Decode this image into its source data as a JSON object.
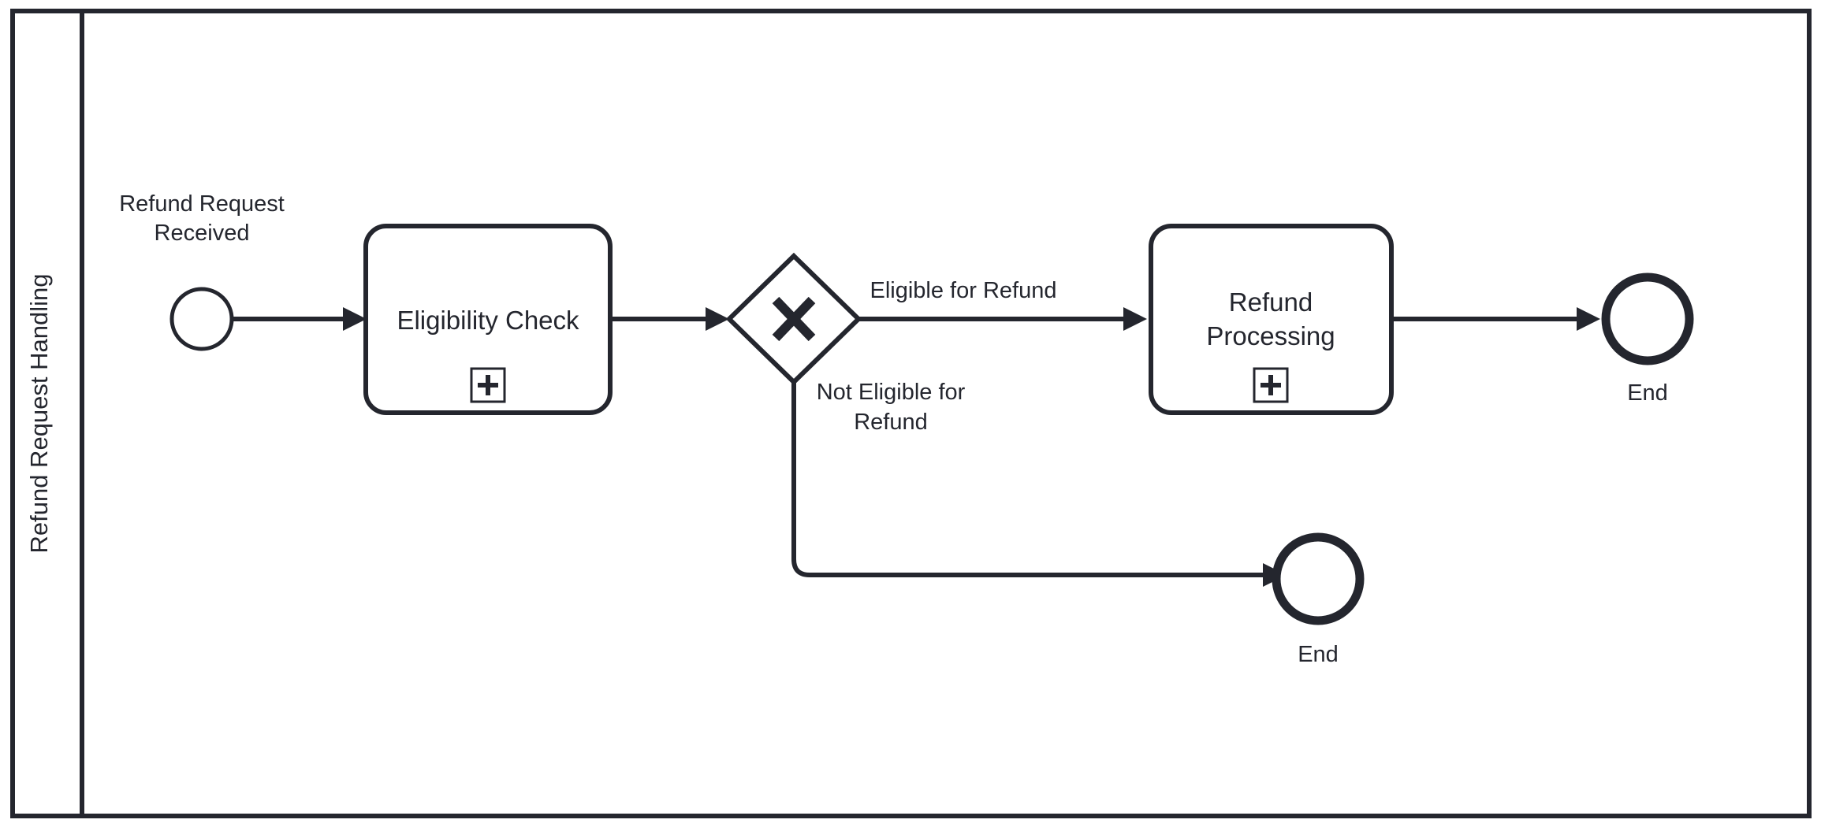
{
  "diagram": {
    "type": "bpmn-process-diagram",
    "notation": "BPMN 2.0",
    "pool": {
      "label": "Refund Request Handling"
    },
    "colors": {
      "stroke": "#24262E",
      "fill": "#FFFFFF",
      "background": "#FFFFFF"
    },
    "nodes": {
      "start_event": {
        "label": "Refund Request Received",
        "label_line1": "Refund Request",
        "label_line2": "Received",
        "shape": "circle-thin",
        "kind": "start-event"
      },
      "task_eligibility": {
        "label": "Eligibility Check",
        "shape": "rounded-rectangle",
        "kind": "collapsed-subprocess",
        "marker": "plus"
      },
      "gateway": {
        "label": "",
        "symbol": "X",
        "shape": "diamond",
        "kind": "exclusive-gateway"
      },
      "task_refund": {
        "label": "Refund Processing",
        "label_line1": "Refund",
        "label_line2": "Processing",
        "shape": "rounded-rectangle",
        "kind": "collapsed-subprocess",
        "marker": "plus"
      },
      "end_event_top": {
        "label": "End",
        "shape": "circle-thick",
        "kind": "end-event"
      },
      "end_event_bottom": {
        "label": "End",
        "shape": "circle-thick",
        "kind": "end-event"
      }
    },
    "flows": [
      {
        "id": "flow-start-to-eligibility",
        "label": ""
      },
      {
        "id": "flow-eligibility-to-gateway",
        "label": ""
      },
      {
        "id": "flow-gateway-eligible",
        "label": "Eligible for Refund"
      },
      {
        "id": "flow-gateway-not-eligible",
        "label": "Not Eligible for Refund",
        "label_line1": "Not Eligible for",
        "label_line2": "Refund"
      },
      {
        "id": "flow-refund-to-end",
        "label": ""
      },
      {
        "id": "flow-not-eligible-to-end",
        "label": ""
      }
    ]
  }
}
